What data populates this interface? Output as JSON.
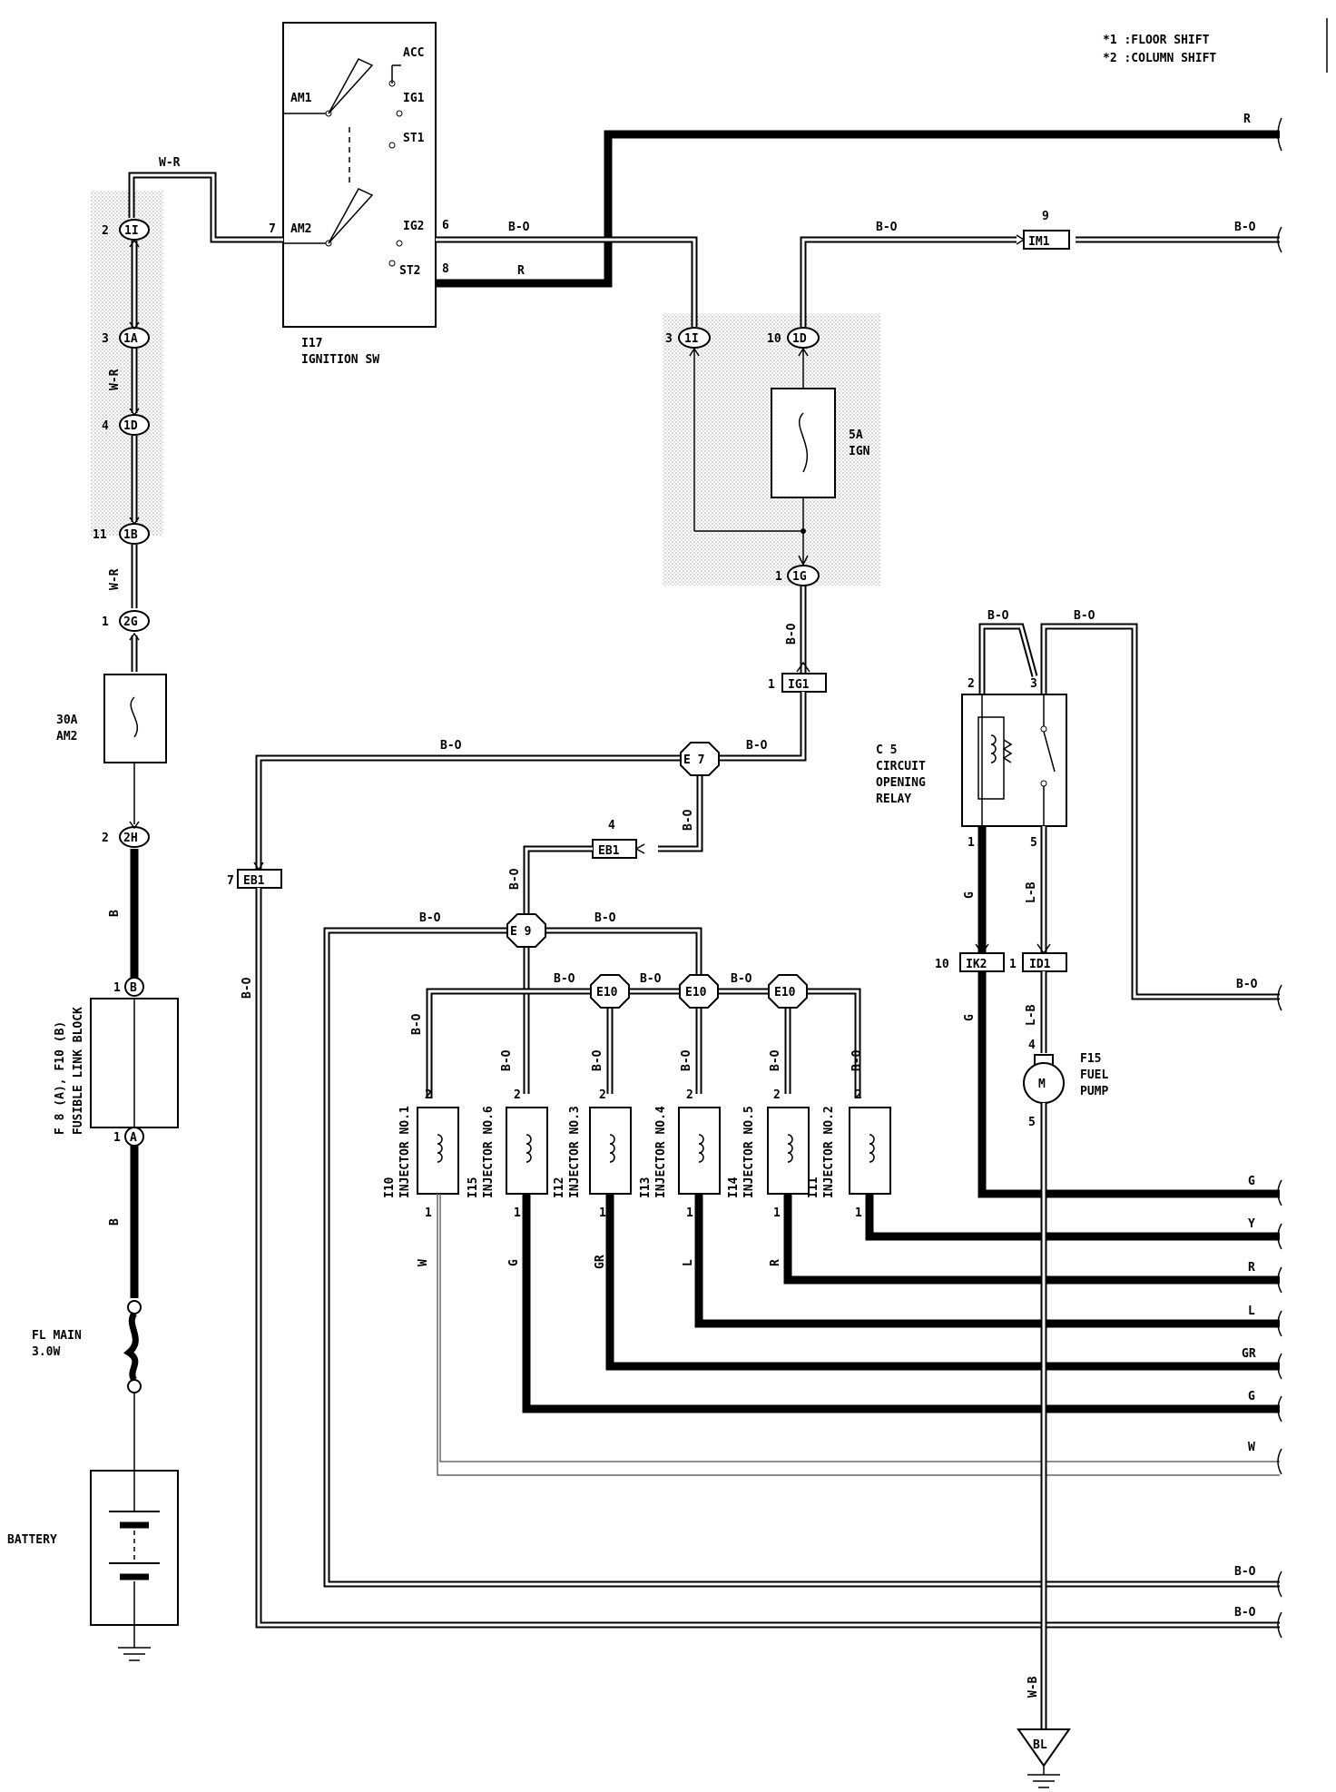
{
  "legend": {
    "line1": "*1 :FLOOR SHIFT",
    "line2": "*2 :COLUMN SHIFT"
  },
  "ignition_switch": {
    "id": "I17",
    "name": "IGNITION SW",
    "terminals": [
      "ACC",
      "IG1",
      "ST1",
      "AM1",
      "AM2",
      "IG2",
      "ST2"
    ],
    "pins": {
      "am2": "7",
      "ig2": "6",
      "st2": "8"
    }
  },
  "fuses": {
    "ign": {
      "rating": "5A",
      "name": "IGN"
    },
    "am2": {
      "rating": "30A",
      "name": "AM2"
    },
    "fl_main": {
      "name": "FL MAIN",
      "rating": "3.0W"
    }
  },
  "fusible_link_block": {
    "ref": "F 8 (A), F10 (B)",
    "name": "FUSIBLE LINK BLOCK",
    "pin_b": "1",
    "pin_a": "1",
    "conn_b": "B",
    "conn_a": "A"
  },
  "battery": {
    "label": "BATTERY"
  },
  "connectors_left": [
    {
      "pin": "2",
      "id": "1I"
    },
    {
      "pin": "3",
      "id": "1A"
    },
    {
      "pin": "4",
      "id": "1D"
    },
    {
      "pin": "11",
      "id": "1B"
    },
    {
      "pin": "1",
      "id": "2G"
    },
    {
      "pin": "2",
      "id": "2H"
    }
  ],
  "connectors_mid": [
    {
      "pin": "3",
      "id": "1I"
    },
    {
      "pin": "10",
      "id": "1D"
    },
    {
      "pin": "1",
      "id": "1G"
    }
  ],
  "boxes": {
    "im1": {
      "pin": "9",
      "id": "IM1"
    },
    "ig1": {
      "pin": "1",
      "id": "IG1"
    },
    "eb1_right": {
      "pin": "4",
      "id": "EB1"
    },
    "eb1_left": {
      "pin": "7",
      "id": "EB1"
    },
    "ik2": {
      "pin": "10",
      "id": "IK2"
    },
    "id1": {
      "pin": "1",
      "id": "ID1"
    }
  },
  "splices": {
    "e7": "E 7",
    "e9": "E 9",
    "e10a": "E10",
    "e10b": "E10",
    "e10c": "E10"
  },
  "relay": {
    "id": "C 5",
    "l1": "CIRCUIT",
    "l2": "OPENING",
    "l3": "RELAY",
    "pins": {
      "p2": "2",
      "p3": "3",
      "p1": "1",
      "p5": "5"
    }
  },
  "fuel_pump": {
    "id": "F15",
    "l1": "FUEL",
    "l2": "PUMP",
    "motor": "M",
    "pin_top": "4",
    "pin_bot": "5"
  },
  "injectors": [
    {
      "ref": "I10",
      "name": "INJECTOR NO.1",
      "wire_top": "B-O",
      "wire_bot": "W",
      "pin_top": "2",
      "pin_bot": "1"
    },
    {
      "ref": "I15",
      "name": "INJECTOR NO.6",
      "wire_top": "B-O",
      "wire_bot": "G",
      "pin_top": "2",
      "pin_bot": "1"
    },
    {
      "ref": "I12",
      "name": "INJECTOR NO.3",
      "wire_top": "B-O",
      "wire_bot": "GR",
      "pin_top": "2",
      "pin_bot": "1"
    },
    {
      "ref": "I13",
      "name": "INJECTOR NO.4",
      "wire_top": "B-O",
      "wire_bot": "L",
      "pin_top": "2",
      "pin_bot": "1"
    },
    {
      "ref": "I14",
      "name": "INJECTOR NO.5",
      "wire_top": "B-O",
      "wire_bot": "R",
      "pin_top": "2",
      "pin_bot": "1"
    },
    {
      "ref": "I11",
      "name": "INJECTOR NO.2",
      "wire_top": "B-O",
      "wire_bot": "Y",
      "pin_top": "2",
      "pin_bot": "1"
    }
  ],
  "wire_colors": {
    "top_r": "R",
    "top_bo": "B-O",
    "ig2": "B-O",
    "st2": "R",
    "w_r_top": "W-R",
    "w_r_1": "W-R",
    "w_r_2": "W-R",
    "b_1": "B",
    "b_2": "B",
    "im1_bo": "B-O",
    "ig1_bo": "B-O",
    "e7_left": "B-O",
    "e7_right": "B-O",
    "e7_down": "B-O",
    "eb1_down": "B-O",
    "eb1_left_down": "B-O",
    "e9_left": "B-O",
    "e9_right": "B-O",
    "e10_1": "B-O",
    "e10_2": "B-O",
    "e10_3": "B-O",
    "relay_bo1": "B-O",
    "relay_bo2": "B-O",
    "relay_g": "G",
    "relay_lb": "L-B",
    "ik2_g": "G",
    "id1_lb": "L-B",
    "right_bo": "B-O",
    "pump_wb": "W-B",
    "out_g": "G",
    "out_y": "Y",
    "out_r": "R",
    "out_l": "L",
    "out_gr": "GR",
    "out_g2": "G",
    "out_w": "W",
    "bot_bo1": "B-O",
    "bot_bo2": "B-O"
  },
  "ground": {
    "label": "BL"
  }
}
